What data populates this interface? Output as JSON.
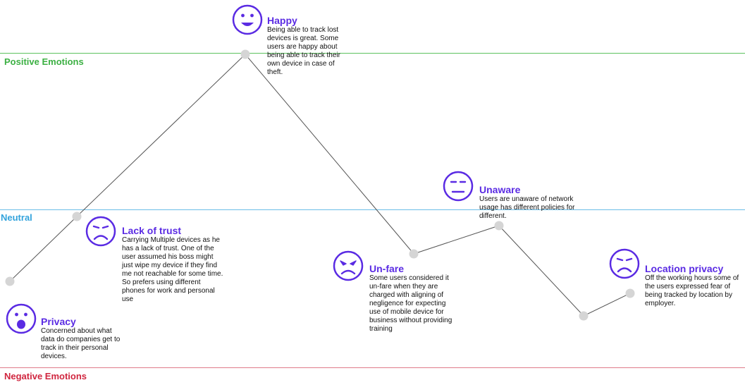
{
  "zones": {
    "positive": {
      "label": "Positive Emotions",
      "color": "#3cb043"
    },
    "neutral": {
      "label": "Neutral",
      "color": "#33a3dc"
    },
    "negative": {
      "label": "Negative Emotions",
      "color": "#d0263f"
    }
  },
  "colors": {
    "accent": "#5a2be3",
    "node": "#d5d5d5",
    "line": "#555555"
  },
  "emotions": [
    {
      "title": "Privacy",
      "face": "shocked-face-icon",
      "text": "Concerned about what data do companies get to track in their personal devices."
    },
    {
      "title": "Lack of trust",
      "face": "sad-face-icon",
      "text": "Carrying Multiple devices as he has a lack of trust. One of the user assumed his boss might just wipe my device if they find me not reachable for some time. So prefers using different phones for work and  personal use"
    },
    {
      "title": "Happy",
      "face": "happy-face-icon",
      "text": "Being able to track lost devices is great. Some users are happy about being able to track their own device in case of theft."
    },
    {
      "title": "Un-fare",
      "face": "angry-face-icon",
      "text": "Some users considered it un-fare when they are charged with aligning of negligence for expecting use of mobile device for business without providing training"
    },
    {
      "title": "Unaware",
      "face": "neutral-face-icon",
      "text": "Users are unaware of network usage has different policies for different."
    },
    {
      "title": "Location privacy",
      "face": "sad-face-icon",
      "text": "Off the working hours some of the users expressed fear of being tracked by location by employer."
    }
  ]
}
